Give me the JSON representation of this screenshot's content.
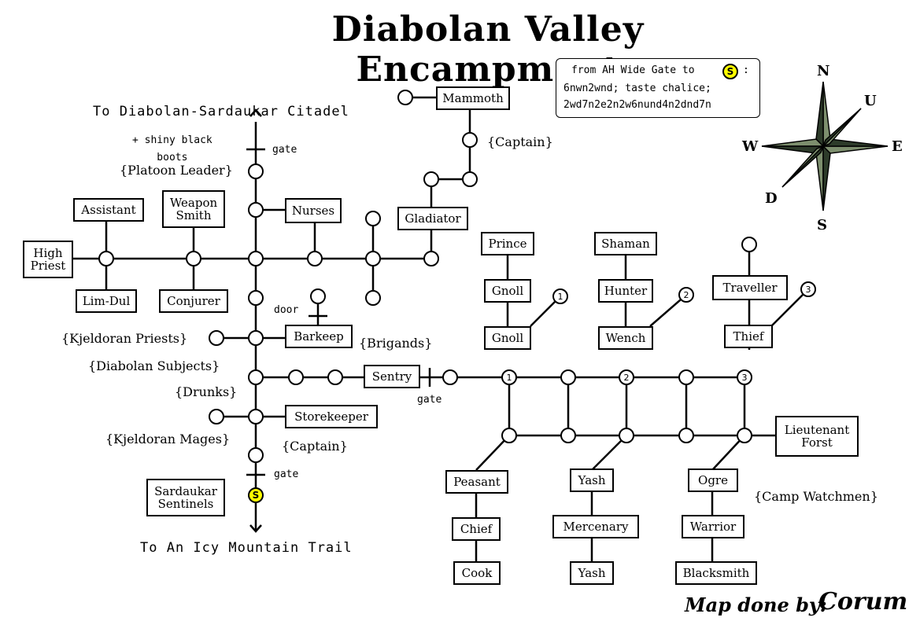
{
  "title": "Diabolan Valley Encampment",
  "directions": {
    "intro": "from AH Wide Gate to",
    "start_symbol": "S",
    "line1": "6nwn2wnd; taste chalice;",
    "line2": "2wd7n2e2n2w6nund4n2dnd7n"
  },
  "compass": {
    "n": "N",
    "s": "S",
    "e": "E",
    "w": "W",
    "u": "U",
    "d": "D"
  },
  "exits": {
    "north": "To Diabolan-Sardaukar Citadel",
    "south": "To An Icy Mountain Trail"
  },
  "notes": {
    "boots": "+ shiny black\nboots",
    "gate": "gate",
    "door": "door"
  },
  "groups": {
    "platoon_leader": "{Platoon Leader}",
    "captain_top": "{Captain}",
    "kjeldoran_priests": "{Kjeldoran Priests}",
    "brigands": "{Brigands}",
    "diabolan_subjects": "{Diabolan Subjects}",
    "drunks": "{Drunks}",
    "kjeldoran_mages": "{Kjeldoran Mages}",
    "captain_bottom": "{Captain}",
    "camp_watchmen": "{Camp Watchmen}"
  },
  "rooms": {
    "mammoth": "Mammoth",
    "assistant": "Assistant",
    "weapon_smith": "Weapon\nSmith",
    "nurses": "Nurses",
    "gladiator": "Gladiator",
    "high_priest": "High\nPriest",
    "lim_dul": "Lim-Dul",
    "conjurer": "Conjurer",
    "barkeep": "Barkeep",
    "sentry": "Sentry",
    "storekeeper": "Storekeeper",
    "sardaukar_sentinels": "Sardaukar\nSentinels",
    "prince": "Prince",
    "gnoll_1": "Gnoll",
    "gnoll_2": "Gnoll",
    "shaman": "Shaman",
    "hunter": "Hunter",
    "wench": "Wench",
    "traveller": "Traveller",
    "thief": "Thief",
    "lieutenant_forst": "Lieutenant\nForst",
    "peasant": "Peasant",
    "chief": "Chief",
    "cook": "Cook",
    "yash_1": "Yash",
    "mercenary": "Mercenary",
    "yash_2": "Yash",
    "ogre": "Ogre",
    "warrior": "Warrior",
    "blacksmith": "Blacksmith"
  },
  "markers": {
    "m1": "1",
    "m2": "2",
    "m3": "3",
    "start": "S"
  },
  "credit": "Map done by:",
  "signature": "Corum",
  "colors": {
    "start_marker": "#ffff00",
    "compass_green": "#7d8f6e",
    "compass_dark": "#2d3b2a"
  }
}
